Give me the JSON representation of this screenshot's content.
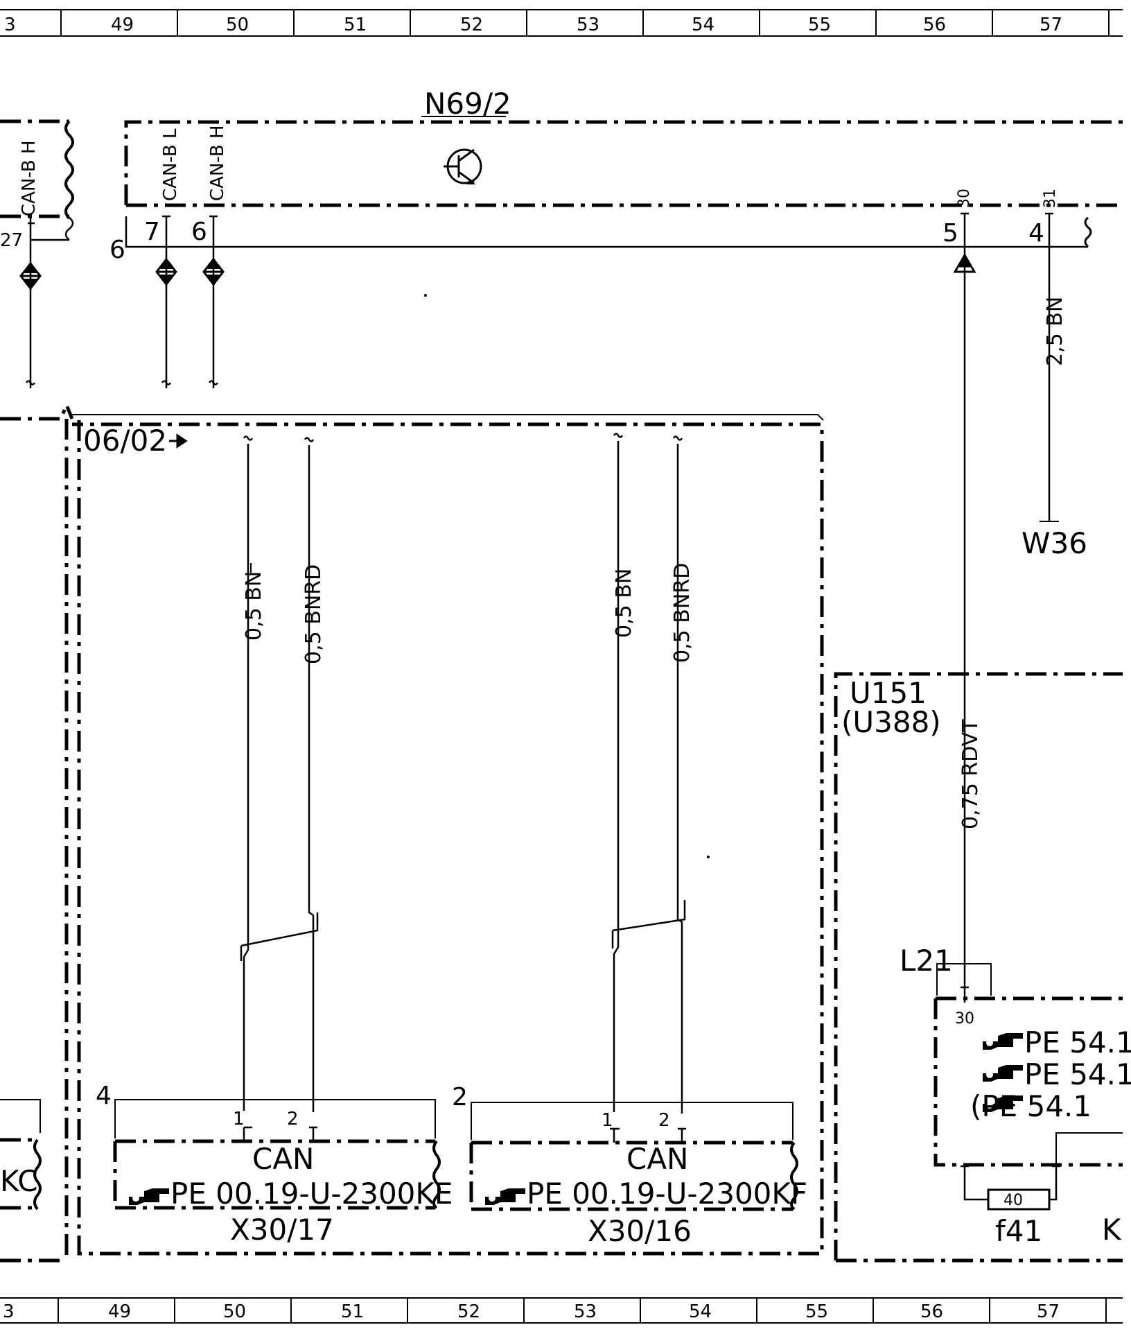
{
  "ruler": {
    "cells": [
      "3",
      "49",
      "50",
      "51",
      "52",
      "53",
      "54",
      "55",
      "56",
      "57"
    ]
  },
  "components": {
    "n69_2": {
      "label": "N69/2",
      "pin_can_l": "CAN-B L",
      "pin_can_h": "CAN-B H",
      "pin_30": "30",
      "pin_31": "31"
    },
    "left_module": {
      "pin_can_h": "CAN-B H",
      "pin_num": "27"
    },
    "u151": {
      "label": "U151",
      "alt": "(U388)"
    },
    "x30_17": {
      "label": "X30/17",
      "can": "CAN",
      "ref": "PE 00.19-U-2300KE",
      "conn_num": "4",
      "pin1": "1",
      "pin2": "2"
    },
    "x30_16": {
      "label": "X30/16",
      "can": "CAN",
      "ref": "PE 00.19-U-2300KF",
      "conn_num": "2",
      "pin1": "1",
      "pin2": "2"
    },
    "left_conn": {
      "label": "KC"
    },
    "fuse_box": {
      "ref1": "PE 54.1",
      "ref2": "PE 54.1",
      "ref3": "(PE 54.1",
      "pin30": "30",
      "label_k": "K"
    },
    "f41": {
      "label": "f41",
      "rating": "40"
    },
    "l21": {
      "label": "L21"
    },
    "w36": {
      "label": "W36"
    }
  },
  "connectors": {
    "n6": "6",
    "n7": "7",
    "n6b": "6",
    "n5": "5",
    "n4": "4"
  },
  "wires": {
    "w1": "0,5 BN",
    "w2": "0,5 BNRD",
    "w3": "0,5 BN",
    "w4": "0,5 BNRD",
    "w_rdvt": "0,75 RDVT",
    "w_bn": "2,5 BN"
  },
  "notes": {
    "date_code": "06/02"
  },
  "icons": {
    "transistor": "transistor-icon",
    "hand": "pointing-hand-icon"
  }
}
